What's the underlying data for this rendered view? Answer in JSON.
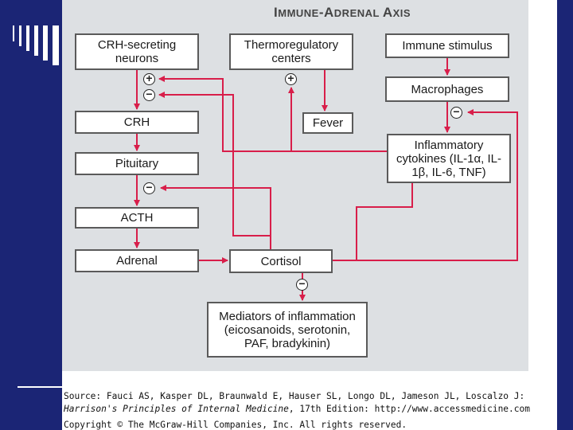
{
  "diagram": {
    "title_first": "I",
    "title_rest1": "MMUNE",
    "title_dash": "-",
    "title_a": "A",
    "title_rest2": "DRENAL ",
    "title_x": "A",
    "title_rest3": "XIS",
    "nodes": {
      "crh_neurons": "CRH-secreting neurons",
      "thermo": "Thermoregulatory centers",
      "immune": "Immune stimulus",
      "macrophages": "Macrophages",
      "crh": "CRH",
      "fever": "Fever",
      "cytokines": "Inflammatory cytokines (IL-1α, IL-1β, IL-6, TNF)",
      "pituitary": "Pituitary",
      "acth": "ACTH",
      "adrenal": "Adrenal",
      "cortisol": "Cortisol",
      "mediators": "Mediators of inflammation (eicosanoids, serotonin, PAF, bradykinin)"
    },
    "signs": {
      "plus": "+",
      "minus": "−"
    }
  },
  "caption": {
    "source": "Source: Fauci AS, Kasper DL, Braunwald E, Hauser SL, Longo DL, Jameson JL, Loscalzo J:",
    "book_title": "Harrison's Principles of Internal Medicine",
    "book_rest": ", 17th Edition: http://www.accessmedicine.com",
    "copyright": "Copyright © The McGraw-Hill Companies, Inc. All rights reserved."
  },
  "colors": {
    "background": "#1b2575",
    "figure_bg": "#dde0e3",
    "arrow": "#d81e4a",
    "box_border": "#5a5a5a"
  }
}
